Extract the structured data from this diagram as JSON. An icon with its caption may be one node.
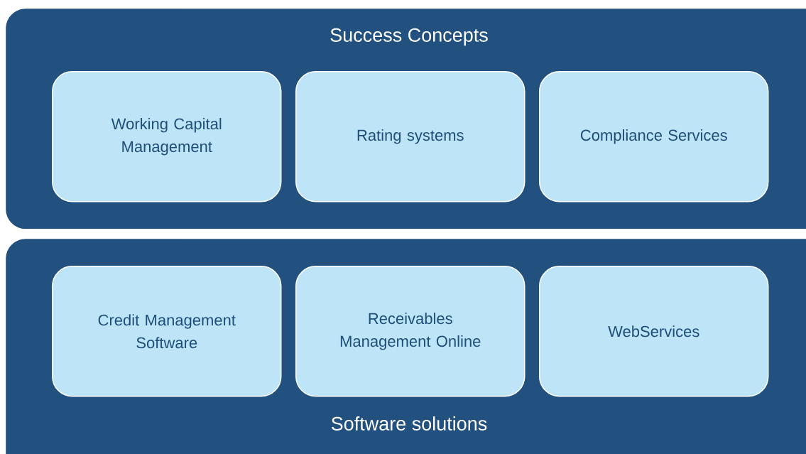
{
  "diagram": {
    "nodes": [
      {
        "text": [
          "Success Concepts"
        ]
      },
      {
        "text": [
          "Working Capital Management"
        ],
        "in": 0
      },
      {
        "text": [
          "Rating systems"
        ],
        "in": 0
      },
      {
        "text": [
          "Compliance Services"
        ],
        "in": 0
      },
      {
        "text": [
          "Software solutions"
        ]
      },
      {
        "text": [
          "Credit Management Software"
        ],
        "in": 4
      },
      {
        "text": [
          "Receivables Management Online"
        ],
        "in": 4
      },
      {
        "text": [
          "WebServices"
        ],
        "in": 4
      }
    ]
  }
}
